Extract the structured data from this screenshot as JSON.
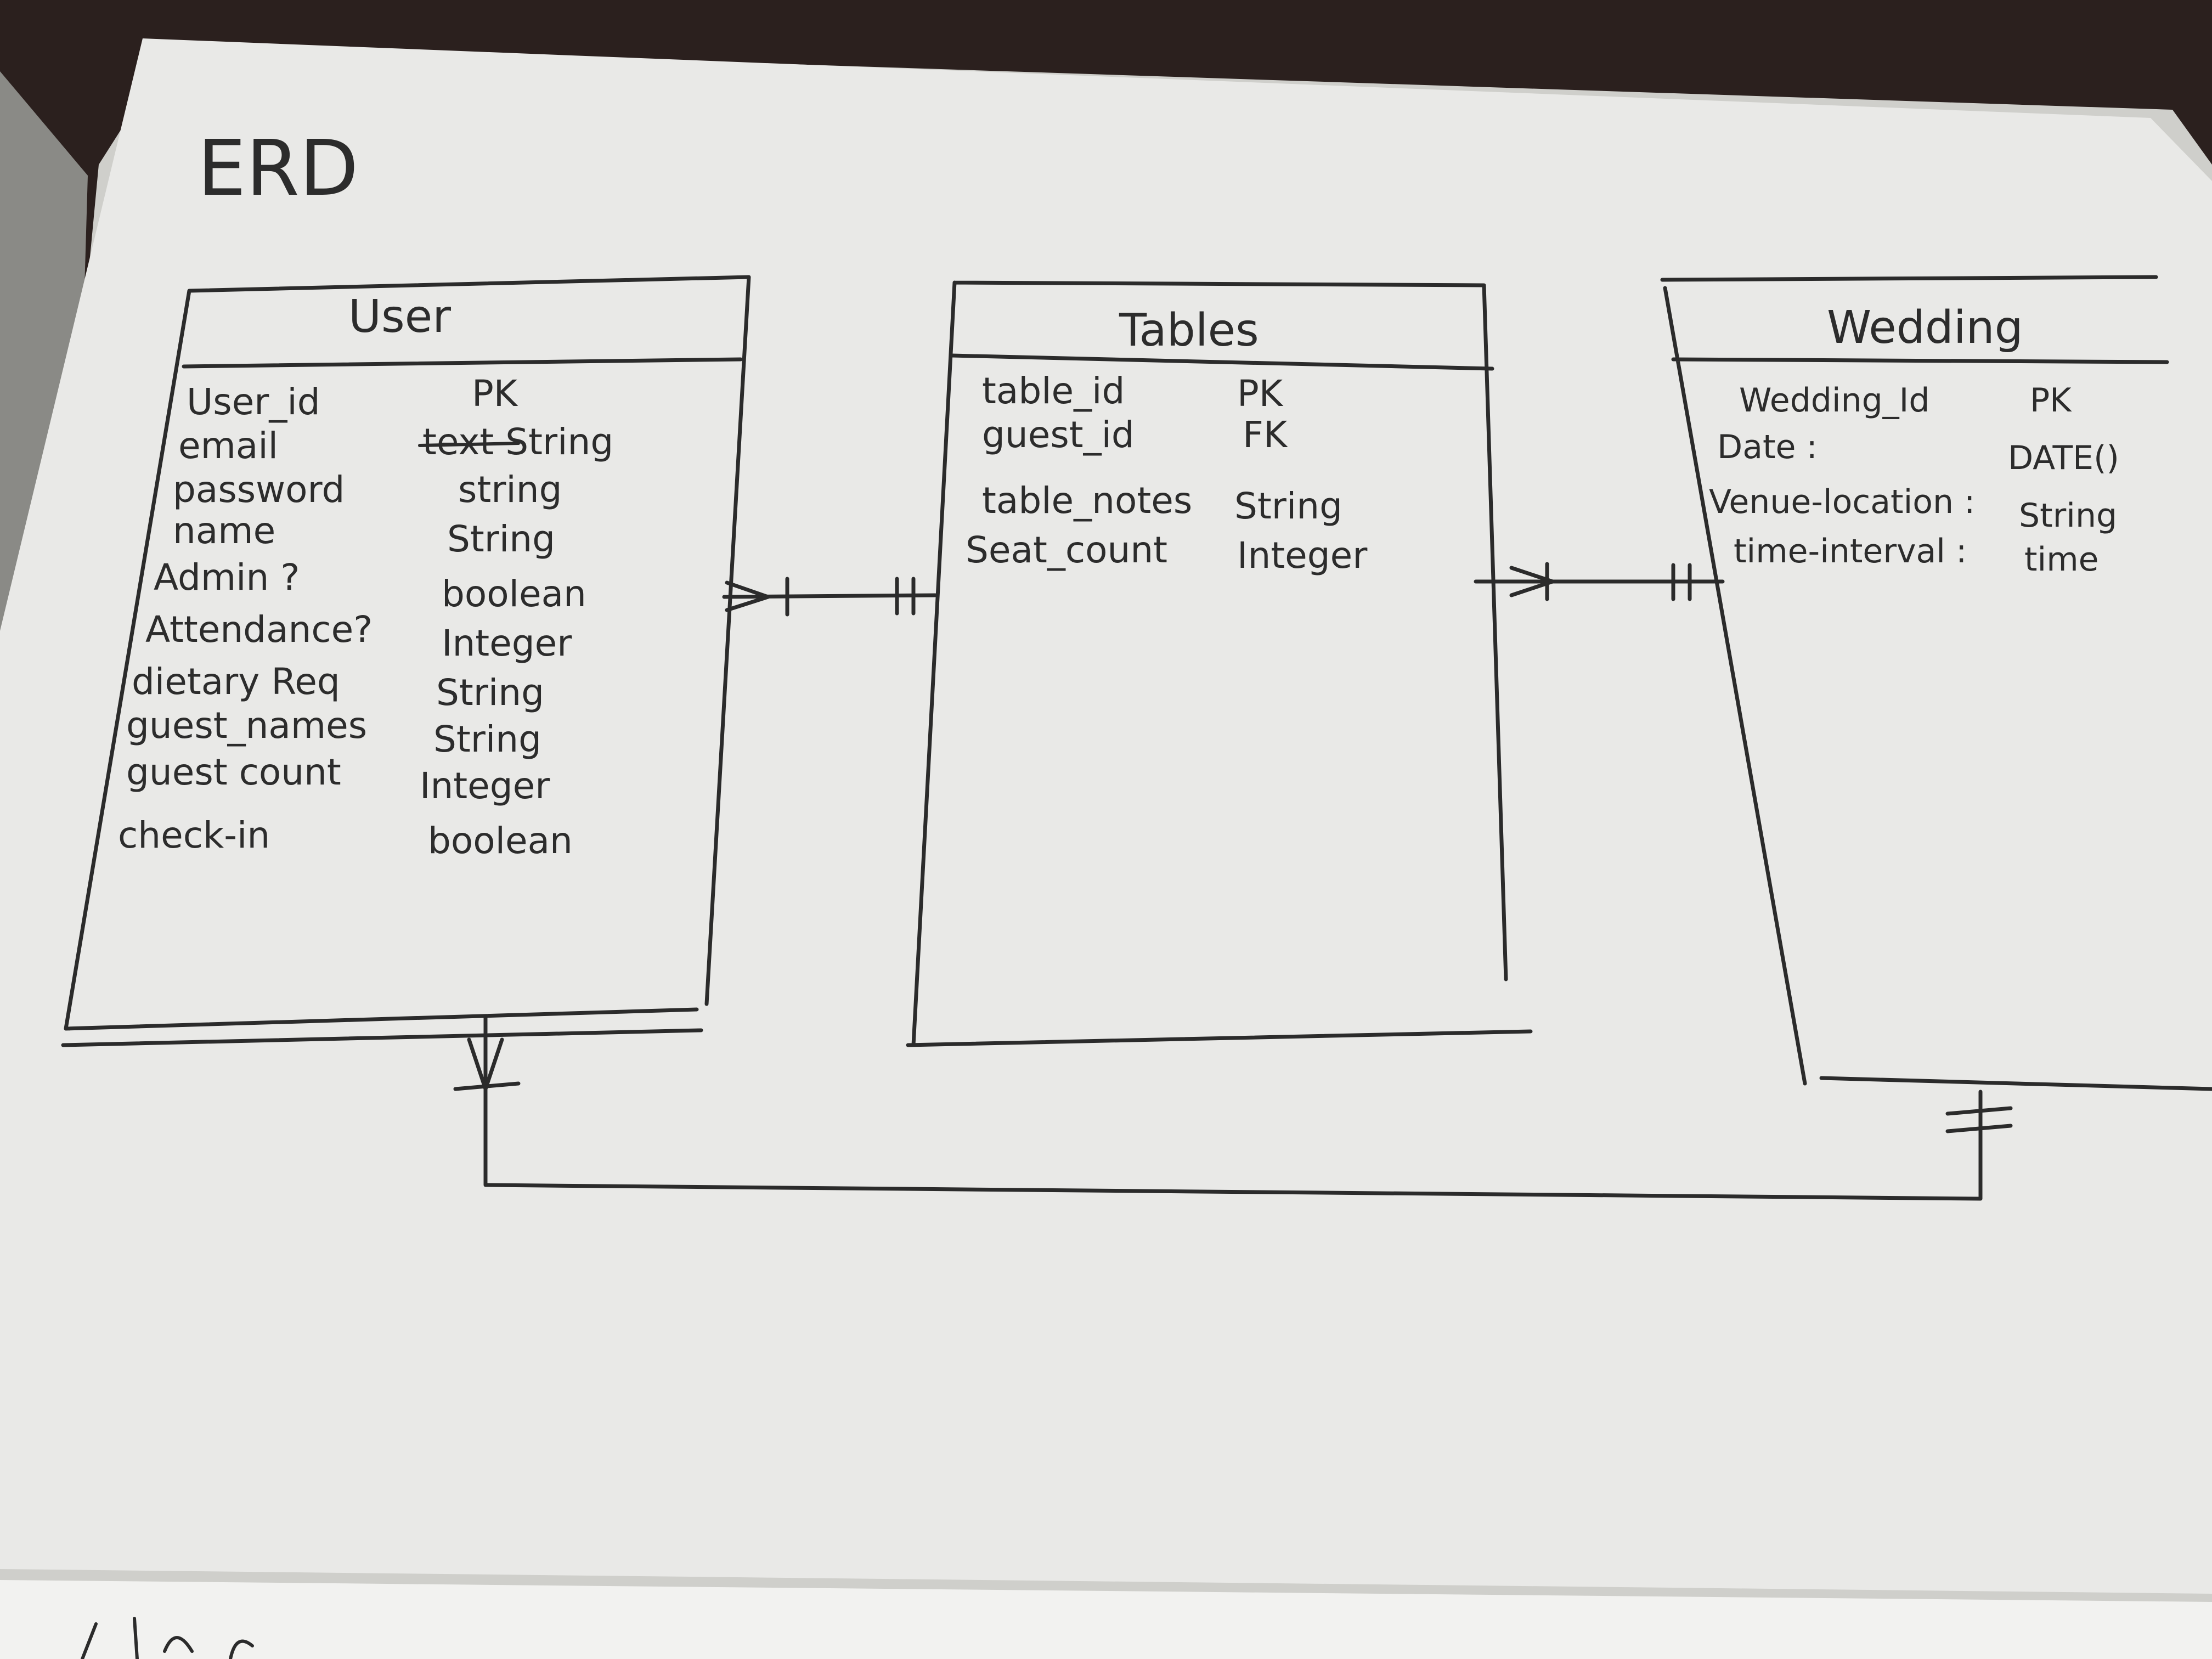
{
  "title": "ERD",
  "entities": [
    {
      "name": "User",
      "attributes": [
        {
          "name": "User_id",
          "type": "PK"
        },
        {
          "name": "email",
          "type": "text String",
          "struck": "text"
        },
        {
          "name": "password",
          "type": "string"
        },
        {
          "name": "name",
          "type": "String"
        },
        {
          "name": "Admin ?",
          "type": "boolean"
        },
        {
          "name": "Attendance?",
          "type": "Integer"
        },
        {
          "name": "dietary Req",
          "type": "String"
        },
        {
          "name": "guest_names",
          "type": "String"
        },
        {
          "name": "guest count",
          "type": "Integer"
        },
        {
          "name": "check-in",
          "type": "boolean"
        }
      ]
    },
    {
      "name": "Tables",
      "attributes": [
        {
          "name": "table_id",
          "type": "PK"
        },
        {
          "name": "guest_id",
          "type": "FK"
        },
        {
          "name": "table_notes",
          "type": "String"
        },
        {
          "name": "Seat_count",
          "type": "Integer"
        }
      ]
    },
    {
      "name": "Wedding",
      "attributes": [
        {
          "name": "Wedding_Id",
          "type": "PK"
        },
        {
          "name": "Date :",
          "type": "DATE()"
        },
        {
          "name": "Venue-location :",
          "type": "String"
        },
        {
          "name": "time-interval :",
          "type": "time"
        }
      ]
    }
  ],
  "relationships": [
    {
      "from": "User",
      "to": "Tables",
      "from_end": "one-or-many",
      "to_end": "one-and-only-one"
    },
    {
      "from": "Tables",
      "to": "Wedding",
      "from_end": "one-or-many",
      "to_end": "one-and-only-one"
    },
    {
      "from": "User",
      "to": "Wedding",
      "from_end": "one-or-many",
      "to_end": "one-and-only-one"
    }
  ]
}
